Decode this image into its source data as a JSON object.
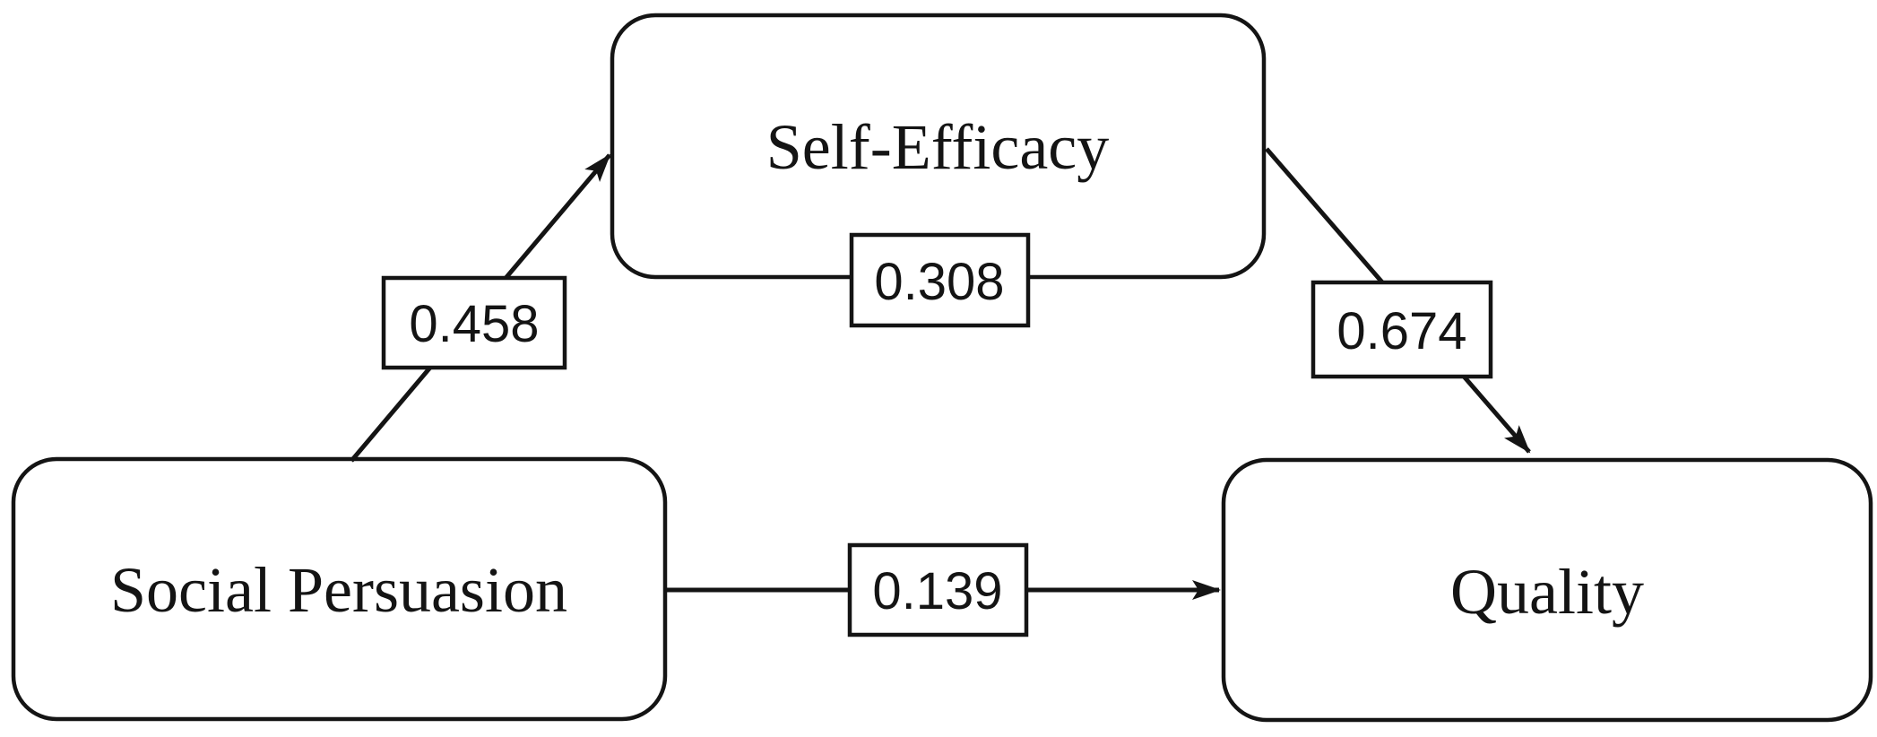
{
  "diagram": {
    "type": "mediation-path-model",
    "background_color": "#ffffff",
    "stroke_color": "#141414",
    "text_color": "#141414",
    "nodes": [
      {
        "id": "social-persuasion",
        "label": "Social Persuasion",
        "role": "predictor"
      },
      {
        "id": "self-efficacy",
        "label": "Self-Efficacy",
        "role": "mediator"
      },
      {
        "id": "quality",
        "label": "Quality",
        "role": "outcome"
      }
    ],
    "coefficients": [
      {
        "id": "sp-to-se",
        "value": "0.458",
        "path": "Social Persuasion to Self-Efficacy arrow"
      },
      {
        "id": "se-bottom",
        "value": "0.308",
        "path": "label on Self-Efficacy box bottom edge"
      },
      {
        "id": "se-to-q",
        "value": "0.674",
        "path": "Self-Efficacy to Quality arrow"
      },
      {
        "id": "sp-to-q",
        "value": "0.139",
        "path": "Social Persuasion to Quality arrow"
      }
    ]
  }
}
